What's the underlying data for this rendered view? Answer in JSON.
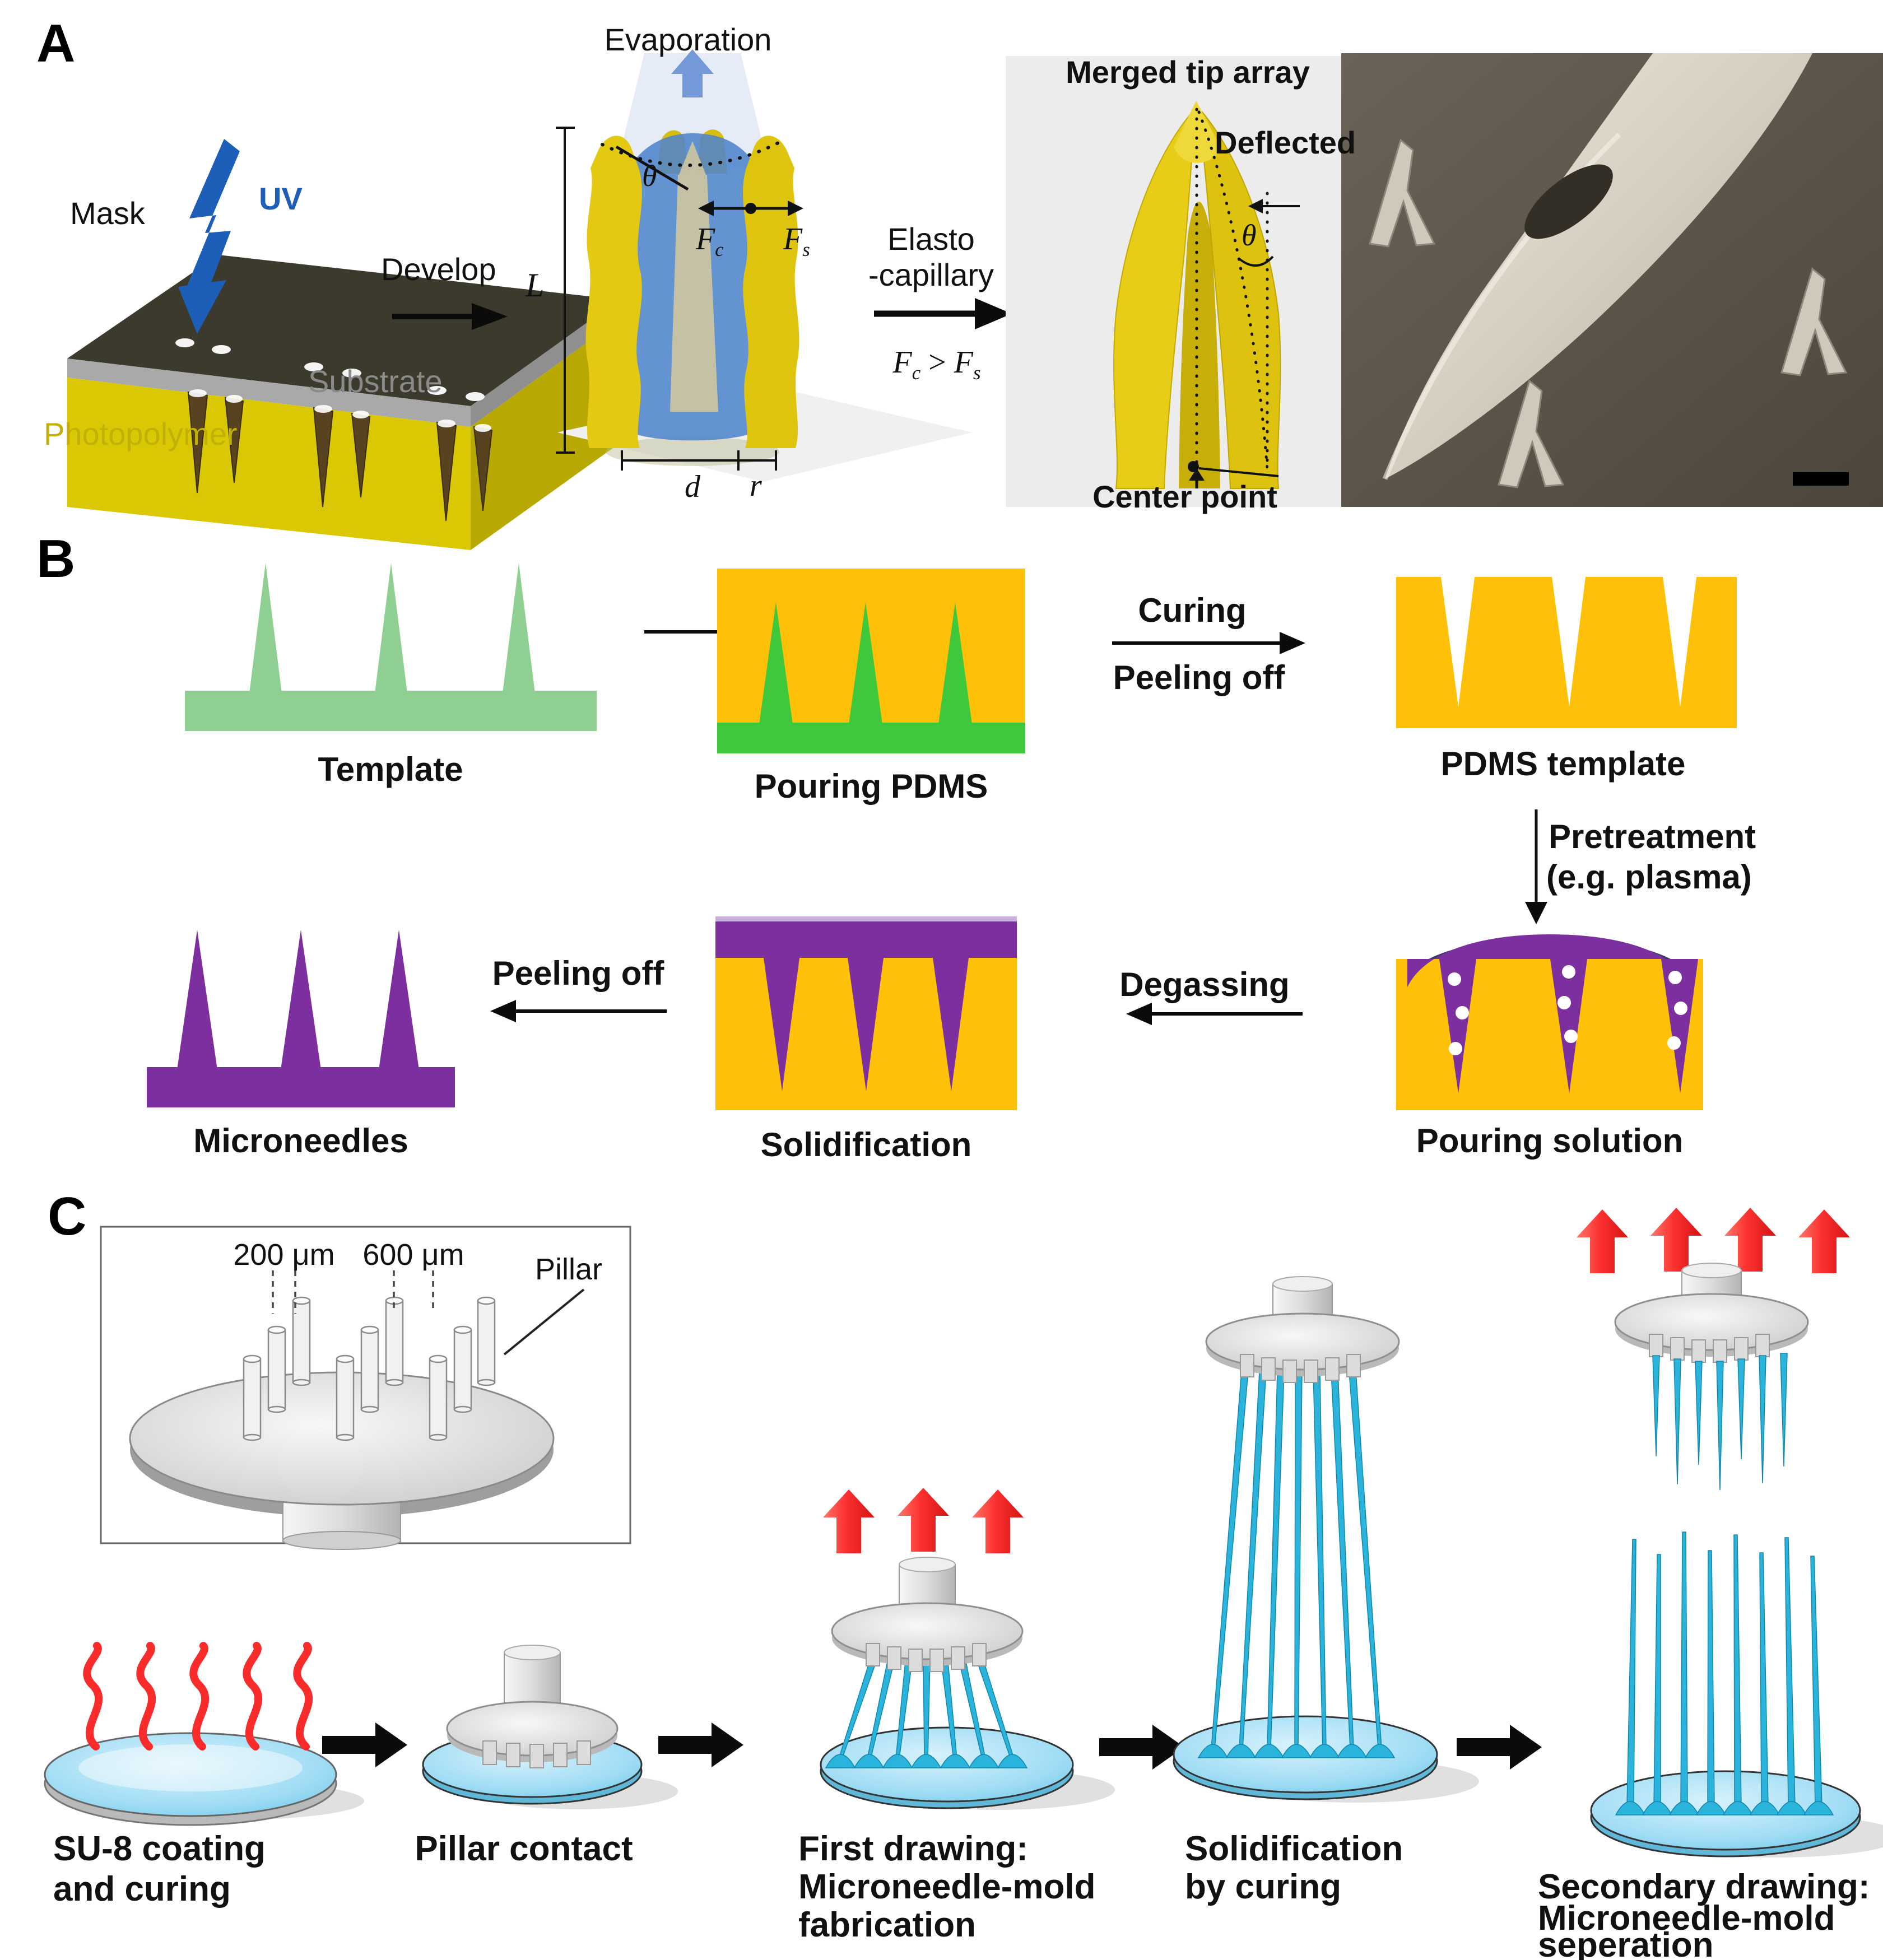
{
  "figure": {
    "panels": {
      "a": "A",
      "b": "B",
      "c": "C"
    },
    "colors": {
      "uv_blue": "#1d5fb8",
      "liquid_blue": "#4f84cc",
      "evaporation_blue": "#7499d8",
      "photopolymer_yellow": "#d9c803",
      "mask_dark": "#3b3a2c",
      "substrate_gray": "#a9a9a9",
      "pillar_yellow": "#e4c912",
      "template_green": "#8fd092",
      "pdms_green": "#3fc83c",
      "mold_yellow": "#ffc107",
      "solution_purple": "#7c2f9e",
      "disc_blue": "#8ed7f3",
      "thread_cyan": "#2ab4dc",
      "drawing_arrow_red": "#fb4040",
      "sem_background": "#595349"
    },
    "panel_a": {
      "mask": "Mask",
      "uv": "UV",
      "develop": "Develop",
      "substrate": "Substrate",
      "photopolymer": "Photopolymer",
      "evaporation": "Evaporation",
      "theta": "θ",
      "length": "L",
      "force_f": "F",
      "force_c_sub": "c",
      "force_s_sub": "s",
      "gt": ">",
      "elasto_line1": "Elasto",
      "elasto_line2": "-capillary",
      "dim_d": "d",
      "dim_r": "r",
      "merged_tip": "Merged tip array",
      "deflected": "Deflected",
      "center_point": "Center point"
    },
    "panel_b": {
      "template": "Template",
      "pouring_pdms": "Pouring PDMS",
      "curing": "Curing",
      "peeling_off_top": "Peeling off",
      "pdms_template": "PDMS template",
      "pretreatment_line1": "Pretreatment",
      "pretreatment_line2": "(e.g. plasma)",
      "pouring_solution": "Pouring solution",
      "degassing": "Degassing",
      "solidification": "Solidification",
      "peeling_off_bottom": "Peeling off",
      "microneedles": "Microneedles"
    },
    "panel_c": {
      "dim_200": "200 μm",
      "dim_600": "600 μm",
      "pillar": "Pillar",
      "step1_line1": "SU-8 coating",
      "step1_line2": "and curing",
      "step2": "Pillar contact",
      "step3_line1": "First drawing:",
      "step3_line2": "Microneedle-mold",
      "step3_line3": "fabrication",
      "step4_line1": "Solidification",
      "step4_line2": "by curing",
      "step5_line1": "Secondary drawing:",
      "step5_line2": "Microneedle-mold",
      "step5_line3": "seperation"
    }
  }
}
